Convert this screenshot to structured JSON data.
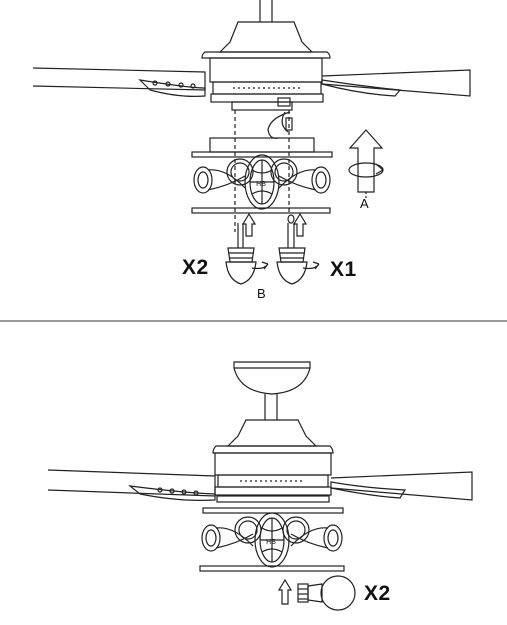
{
  "top_panel": {
    "rotation_label": "A",
    "bulb_label": "B",
    "left_quantity": "X2",
    "right_quantity": "X1"
  },
  "bottom_panel": {
    "bulb_quantity": "X2"
  },
  "colors": {
    "line": "#222222",
    "background": "#ffffff"
  }
}
